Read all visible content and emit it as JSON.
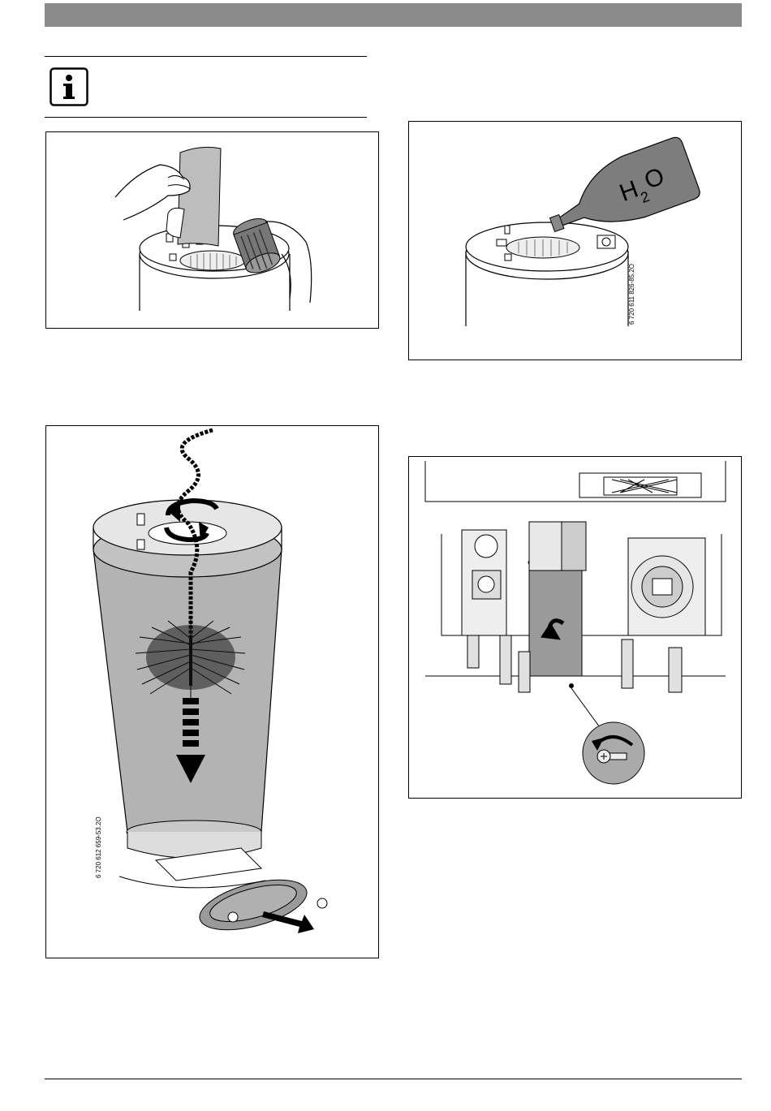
{
  "figures": {
    "fig1": {
      "code": ""
    },
    "fig2": {
      "code": "6 720 612 659-53.2O"
    },
    "fig3": {
      "code": "6 720 611 826-85.2O",
      "bottle_label_h": "H",
      "bottle_label_sub": "2",
      "bottle_label_o": "O"
    },
    "fig4": {
      "code": ""
    }
  },
  "icons": {
    "info": "info-icon"
  },
  "colors": {
    "header_bar": "#8a8a8a",
    "frame_border": "#000000",
    "bottle_fill": "#7d7d7d",
    "brush_dark": "#1a1a1a",
    "cylinder_grey": "#9a9a9a"
  }
}
